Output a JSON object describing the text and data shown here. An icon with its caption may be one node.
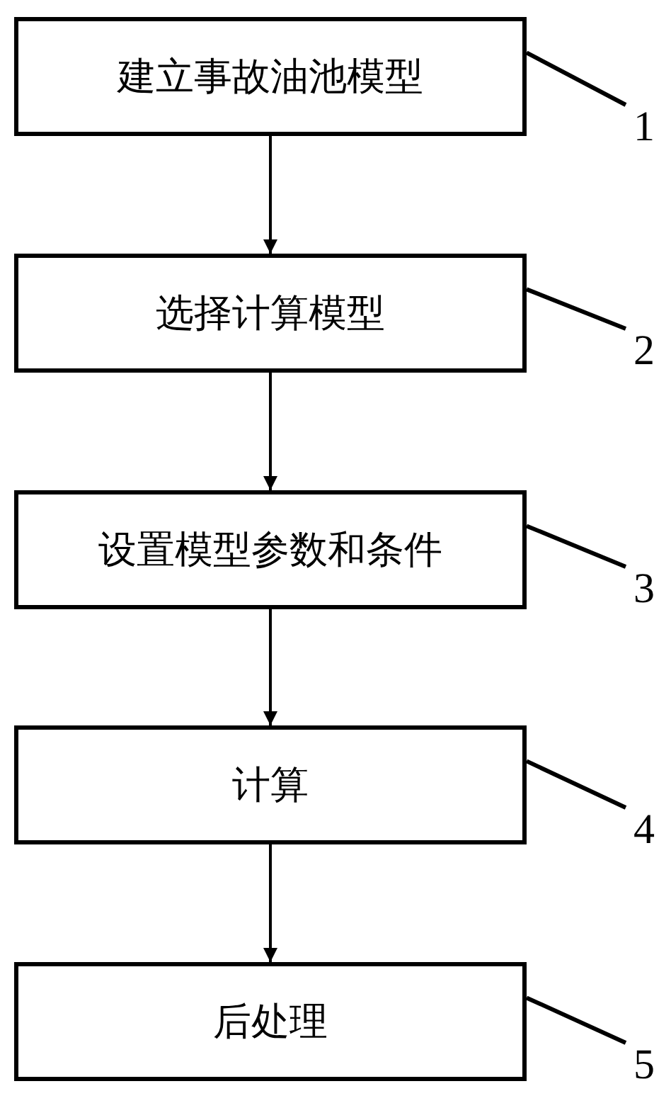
{
  "diagram": {
    "nodes": [
      {
        "text": [
          "建立事故油池模型"
        ]
      },
      {
        "text": [
          "选择计算模型"
        ]
      },
      {
        "text": [
          "设置模型参数和条件"
        ]
      },
      {
        "text": [
          "计算"
        ]
      },
      {
        "text": [
          "后处理"
        ]
      },
      {
        "text": [
          "1"
        ]
      },
      {
        "text": [
          "2"
        ]
      },
      {
        "text": [
          "3"
        ]
      },
      {
        "text": [
          "4"
        ]
      },
      {
        "text": [
          "5"
        ]
      }
    ],
    "edges": [
      {
        "from": 0,
        "to": 1,
        "arrow": "to"
      },
      {
        "from": 1,
        "to": 2,
        "arrow": "to"
      },
      {
        "from": 2,
        "to": 3,
        "arrow": "to"
      },
      {
        "from": 3,
        "to": 4,
        "arrow": "to"
      },
      {
        "from": 5,
        "to": 0,
        "arrow": "none"
      },
      {
        "from": 6,
        "to": 1,
        "arrow": "none"
      },
      {
        "from": 7,
        "to": 2,
        "arrow": "none"
      },
      {
        "from": 8,
        "to": 3,
        "arrow": "none"
      },
      {
        "from": 9,
        "to": 4,
        "arrow": "none"
      }
    ]
  }
}
